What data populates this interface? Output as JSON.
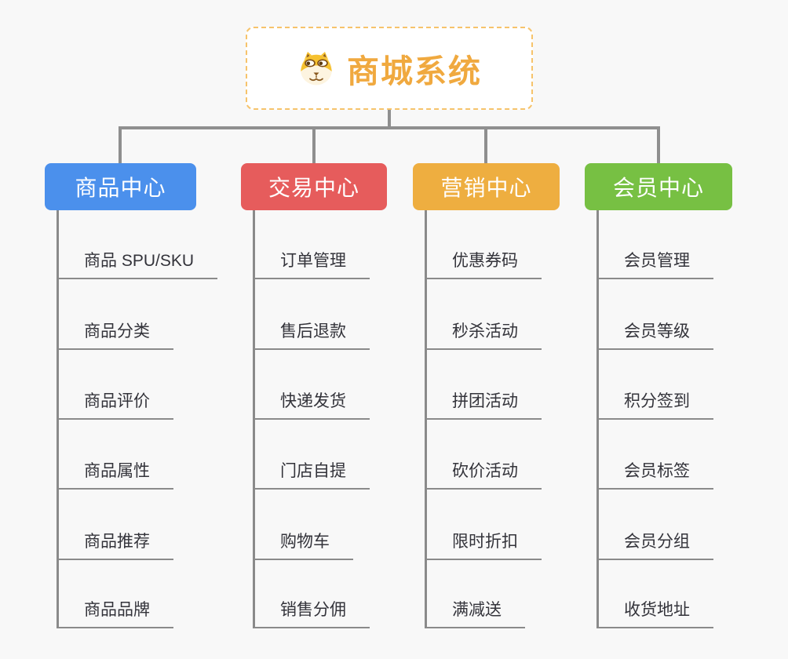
{
  "root": {
    "title": "商城系统",
    "icon": "dog-face-icon"
  },
  "branches": [
    {
      "label": "商品中心",
      "color": "#4b90ec",
      "items": [
        "商品 SPU/SKU",
        "商品分类",
        "商品评价",
        "商品属性",
        "商品推荐",
        "商品品牌"
      ]
    },
    {
      "label": "交易中心",
      "color": "#e65c5c",
      "items": [
        "订单管理",
        "售后退款",
        "快递发货",
        "门店自提",
        "购物车",
        "销售分佣"
      ]
    },
    {
      "label": "营销中心",
      "color": "#eeae40",
      "items": [
        "优惠券码",
        "秒杀活动",
        "拼团活动",
        "砍价活动",
        "限时折扣",
        "满减送"
      ]
    },
    {
      "label": "会员中心",
      "color": "#77c043",
      "items": [
        "会员管理",
        "会员等级",
        "积分签到",
        "会员标签",
        "会员分组",
        "收货地址"
      ]
    }
  ],
  "colors": {
    "background": "#f8f8f8",
    "connector": "#8f8f8f",
    "leaf_line": "#8a8a8a",
    "leaf_text": "#33333a",
    "root_border": "#f6c36b",
    "root_title": "#f0a93f"
  }
}
